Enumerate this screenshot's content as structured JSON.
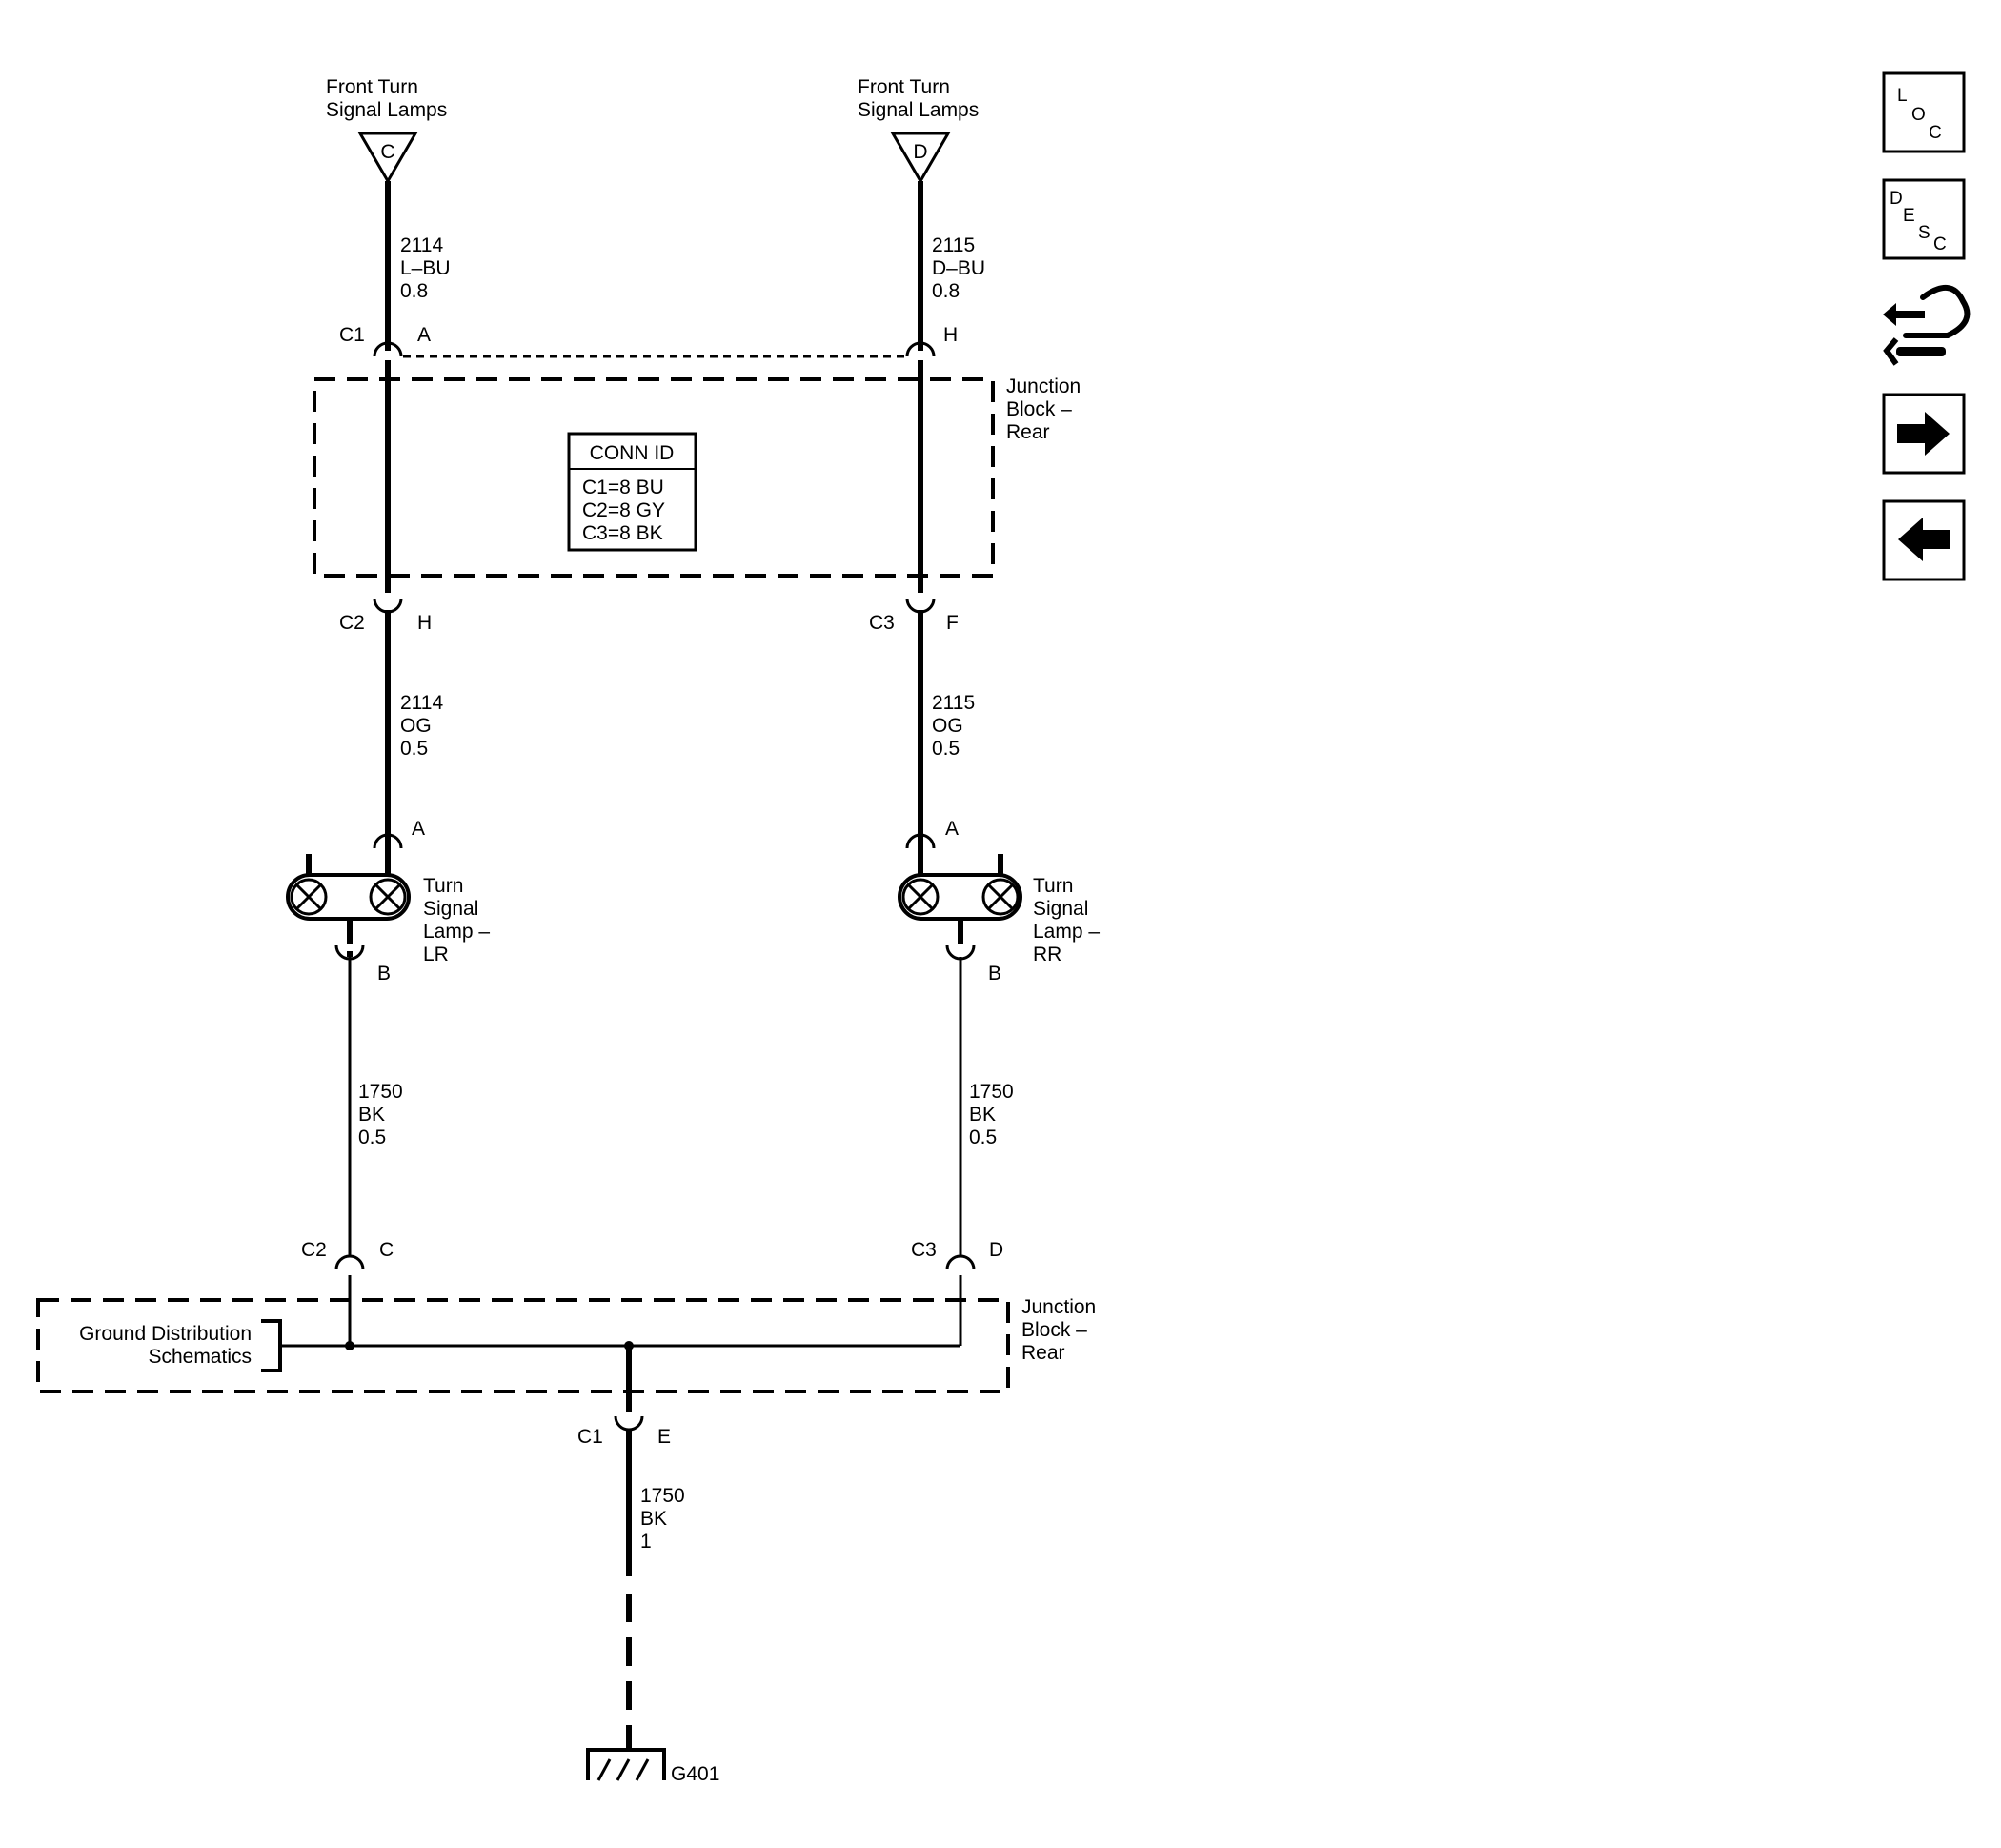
{
  "inputs": {
    "left": {
      "label_line1": "Front Turn",
      "label_line2": "Signal Lamps",
      "letter": "C"
    },
    "right": {
      "label_line1": "Front Turn",
      "label_line2": "Signal Lamps",
      "letter": "D"
    }
  },
  "wires": {
    "w2114_top": {
      "circuit": "2114",
      "color": "L–BU",
      "size": "0.8"
    },
    "w2115_top": {
      "circuit": "2115",
      "color": "D–BU",
      "size": "0.8"
    },
    "w2114_mid": {
      "circuit": "2114",
      "color": "OG",
      "size": "0.5"
    },
    "w2115_mid": {
      "circuit": "2115",
      "color": "OG",
      "size": "0.5"
    },
    "w1750_left": {
      "circuit": "1750",
      "color": "BK",
      "size": "0.5"
    },
    "w1750_right": {
      "circuit": "1750",
      "color": "BK",
      "size": "0.5"
    },
    "w1750_bottom": {
      "circuit": "1750",
      "color": "BK",
      "size": "1"
    }
  },
  "connectors": {
    "c1_a": {
      "connector": "C1",
      "pin": "A"
    },
    "h_top": {
      "pin": "H"
    },
    "c2_h": {
      "connector": "C2",
      "pin": "H"
    },
    "c3_f": {
      "connector": "C3",
      "pin": "F"
    },
    "lamp_lr_a": {
      "pin": "A"
    },
    "lamp_lr_b": {
      "pin": "B"
    },
    "lamp_rr_a": {
      "pin": "A"
    },
    "lamp_rr_b": {
      "pin": "B"
    },
    "c2_c": {
      "connector": "C2",
      "pin": "C"
    },
    "c3_d": {
      "connector": "C3",
      "pin": "D"
    },
    "c1_e": {
      "connector": "C1",
      "pin": "E"
    }
  },
  "junction_block_top": {
    "line1": "Junction",
    "line2": "Block –",
    "line3": "Rear"
  },
  "junction_block_bottom": {
    "line1": "Junction",
    "line2": "Block –",
    "line3": "Rear"
  },
  "conn_id": {
    "title": "CONN ID",
    "rows": [
      "C1=8 BU",
      "C2=8 GY",
      "C3=8 BK"
    ]
  },
  "lamps": {
    "lr": {
      "line1": "Turn",
      "line2": "Signal",
      "line3": "Lamp –",
      "line4": "LR"
    },
    "rr": {
      "line1": "Turn",
      "line2": "Signal",
      "line3": "Lamp –",
      "line4": "RR"
    }
  },
  "ground_distribution": {
    "line1": "Ground Distribution",
    "line2": "Schematics"
  },
  "ground": {
    "label": "G401"
  },
  "nav": {
    "loc": {
      "l1": "L",
      "l2": "O",
      "l3": "C"
    },
    "desc": {
      "l1": "D",
      "l2": "E",
      "l3": "S",
      "l4": "C"
    },
    "icons": [
      "connector-repair-icon",
      "arrow-right-icon",
      "arrow-left-icon"
    ]
  }
}
